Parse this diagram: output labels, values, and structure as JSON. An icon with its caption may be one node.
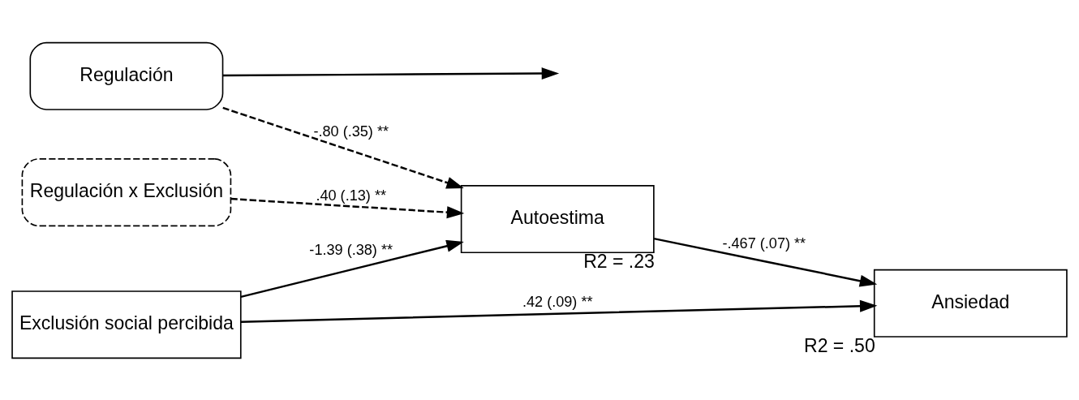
{
  "diagram": {
    "nodes": [
      {
        "text": [
          "Regulación"
        ]
      },
      {
        "text": [
          "Regulación x Exclusión"
        ]
      },
      {
        "text": [
          "Autoestima"
        ],
        "beside": [
          "R2 = .23"
        ]
      },
      {
        "text": [
          "Exclusión social percibida"
        ]
      },
      {
        "text": [
          "Ansiedad"
        ],
        "beside": [
          "R2 = .50"
        ]
      }
    ],
    "edges": [
      {
        "from": 0,
        "to": 2,
        "arrow": "to",
        "style": "dashed",
        "label": "-.80 (.35) **"
      },
      {
        "from": 1,
        "to": 2,
        "arrow": "to",
        "style": "dashed",
        "label": ".40 (.13) **"
      },
      {
        "from": 0,
        "to": null,
        "arrow": "to"
      },
      {
        "from": 3,
        "to": 2,
        "arrow": "to",
        "label": "-1.39 (.38) **"
      },
      {
        "from": 2,
        "to": 4,
        "arrow": "to",
        "label": "-.467 (.07) **"
      },
      {
        "from": 3,
        "to": 4,
        "arrow": "to",
        "label": ".42 (.09) **"
      }
    ]
  }
}
